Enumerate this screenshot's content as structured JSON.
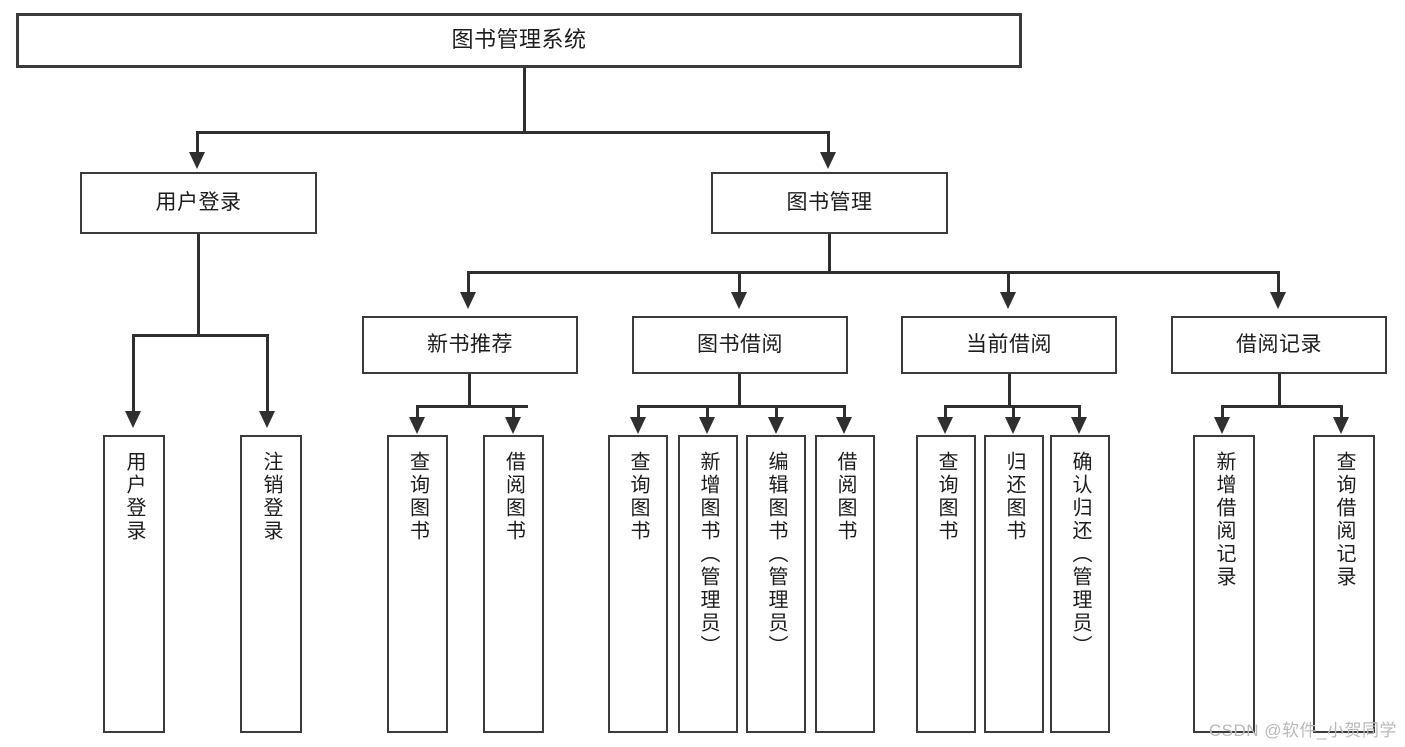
{
  "diagram": {
    "title": "图书管理系统",
    "root": {
      "label": "图书管理系统"
    },
    "level1": [
      {
        "label": "用户登录"
      },
      {
        "label": "图书管理"
      }
    ],
    "level2": [
      {
        "label": "新书推荐"
      },
      {
        "label": "图书借阅"
      },
      {
        "label": "当前借阅"
      },
      {
        "label": "借阅记录"
      }
    ],
    "leaves": {
      "user_login": [
        {
          "label": "用户登录"
        },
        {
          "label": "注销登录"
        }
      ],
      "new_book_recommend": [
        {
          "label": "查询图书"
        },
        {
          "label": "借阅图书"
        }
      ],
      "book_borrow": [
        {
          "label": "查询图书"
        },
        {
          "label": "新增图书（管理员）"
        },
        {
          "label": "编辑图书（管理员）"
        },
        {
          "label": "借阅图书"
        }
      ],
      "current_borrow": [
        {
          "label": "查询图书"
        },
        {
          "label": "归还图书"
        },
        {
          "label": "确认归还（管理员）"
        }
      ],
      "borrow_record": [
        {
          "label": "新增借阅记录"
        },
        {
          "label": "查询借阅记录"
        }
      ]
    },
    "watermark": "CSDN @软件_小贺同学",
    "colors": {
      "box_border": "#3b3b3b",
      "connector": "#2f2f2f",
      "background": "#ffffff",
      "text": "#1c1c1c",
      "watermark": "#b9b9b9"
    }
  }
}
